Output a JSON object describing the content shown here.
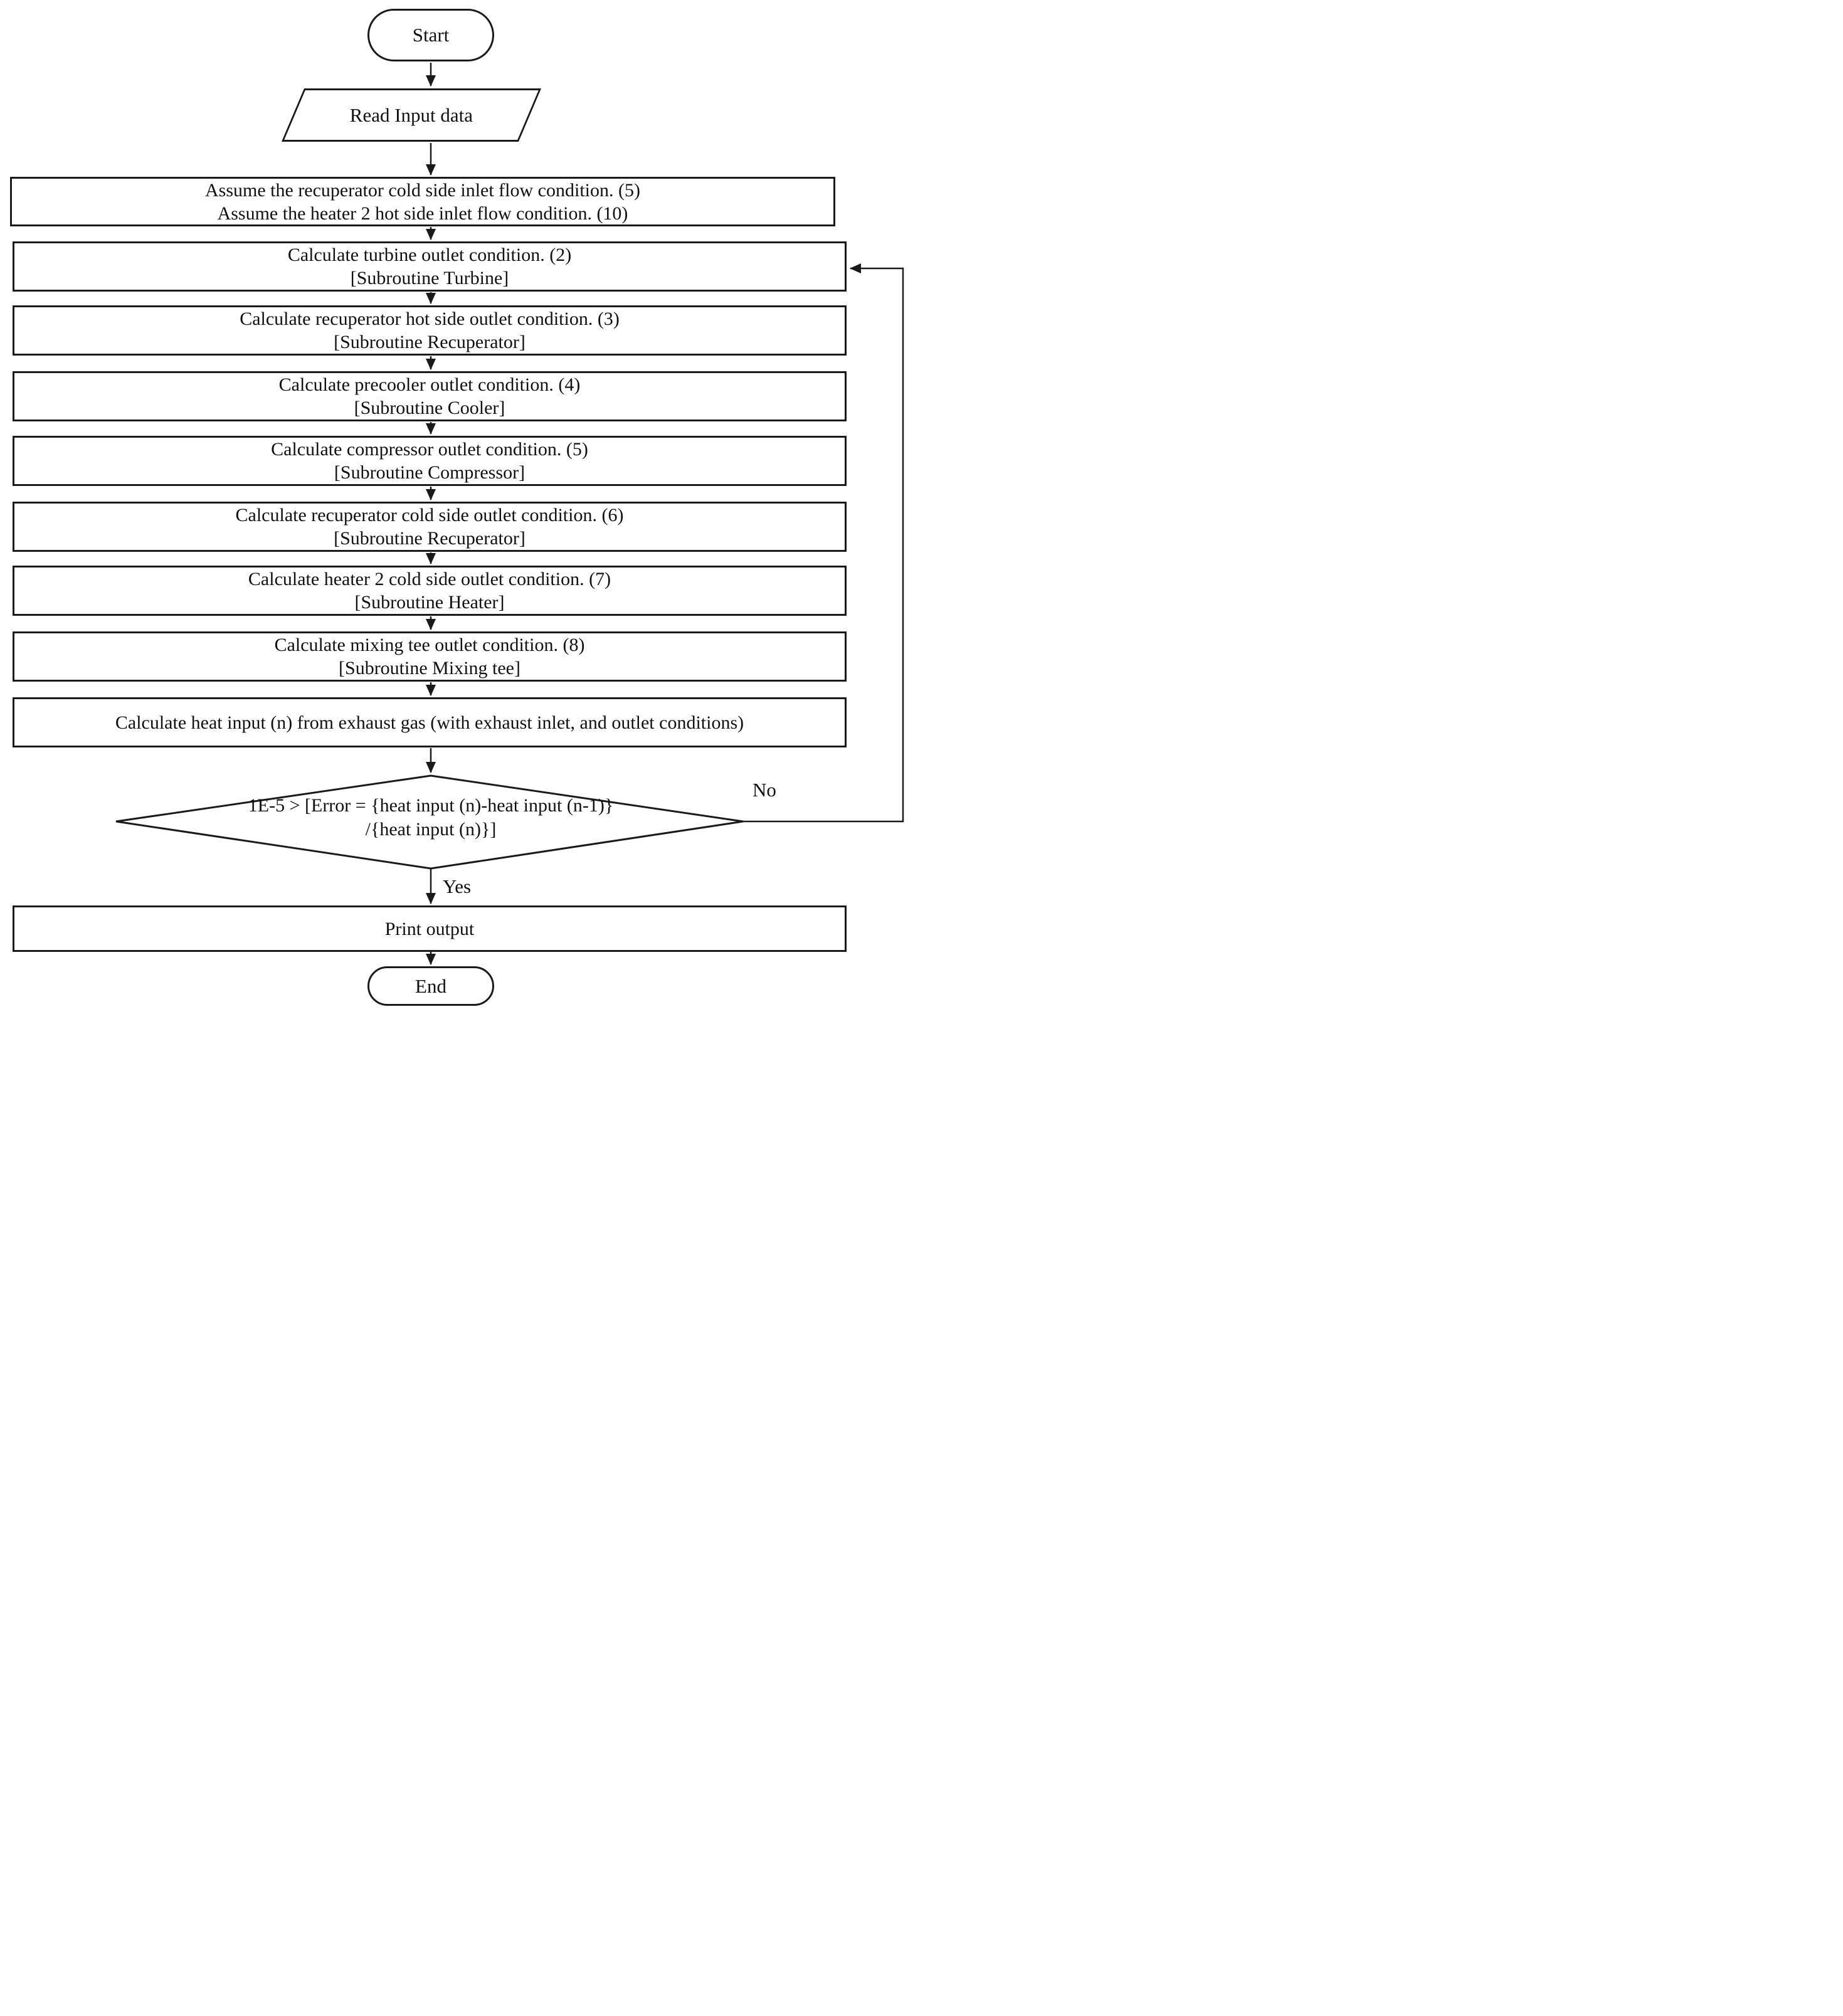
{
  "flowchart": {
    "start_label": "Start",
    "read_input_label": "Read Input data",
    "boxes": [
      {
        "line1": "Assume the recuperator cold side inlet flow condition. (5)",
        "line2": "Assume the heater 2 hot side inlet flow condition. (10)"
      },
      {
        "line1": "Calculate turbine outlet condition. (2)",
        "line2": "[Subroutine Turbine]"
      },
      {
        "line1": "Calculate recuperator hot side outlet condition. (3)",
        "line2": "[Subroutine Recuperator]"
      },
      {
        "line1": "Calculate precooler outlet condition. (4)",
        "line2": "[Subroutine Cooler]"
      },
      {
        "line1": "Calculate compressor outlet condition. (5)",
        "line2": "[Subroutine Compressor]"
      },
      {
        "line1": "Calculate recuperator cold side outlet condition. (6)",
        "line2": "[Subroutine Recuperator]"
      },
      {
        "line1": "Calculate heater 2 cold side outlet condition. (7)",
        "line2": "[Subroutine Heater]"
      },
      {
        "line1": "Calculate mixing tee outlet condition. (8)",
        "line2": "[Subroutine Mixing tee]"
      },
      {
        "line1": "Calculate heat input (n) from exhaust gas (with exhaust inlet, and outlet conditions)",
        "line2": ""
      }
    ],
    "decision": {
      "line1": "1E-5 > [Error = {heat input (n)-heat input (n-1)}",
      "line2": "/{heat input (n)}]",
      "no_label": "No",
      "yes_label": "Yes"
    },
    "print_label": "Print output",
    "end_label": "End",
    "colors": {
      "stroke": "#1a1a1a",
      "background": "#ffffff"
    }
  }
}
